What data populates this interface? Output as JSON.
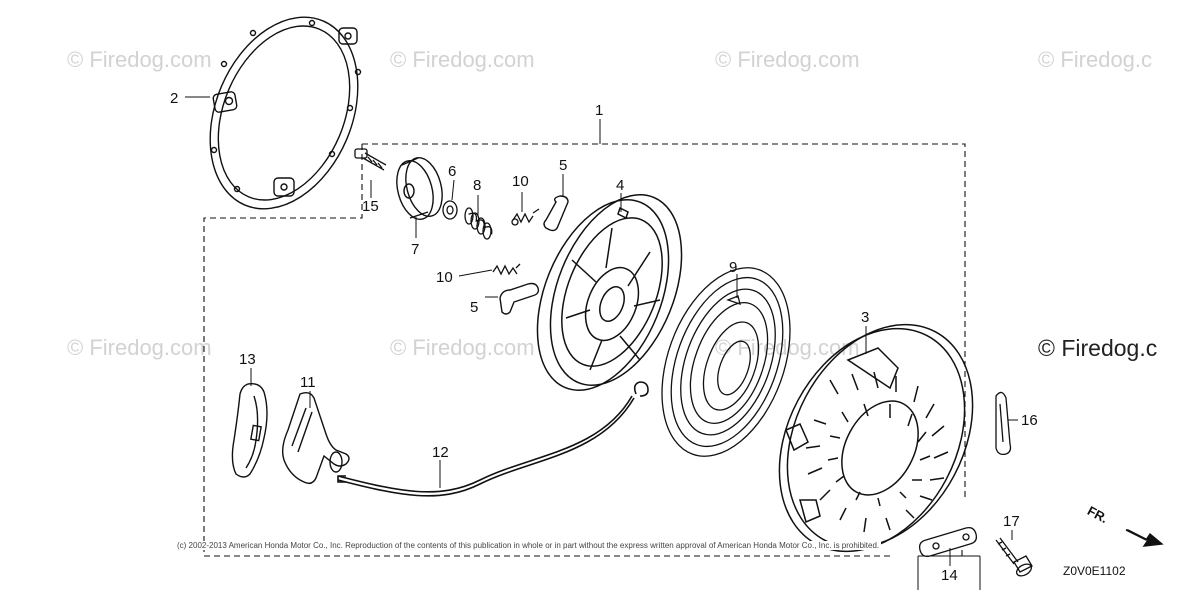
{
  "watermarks": {
    "row1_a": "© Firedog.com",
    "row1_b": "© Firedog.com",
    "row1_c": "© Firedog.com",
    "row1_d": "© Firedog.c",
    "row2_a": "© Firedog.com",
    "row2_b": "© Firedog.com",
    "row2_c": "© Firedog.com",
    "row2_d": "© Firedog.c"
  },
  "callouts": {
    "p1": "1",
    "p2": "2",
    "p3": "3",
    "p4": "4",
    "p5a": "5",
    "p5b": "5",
    "p6": "6",
    "p7": "7",
    "p8": "8",
    "p9": "9",
    "p10a": "10",
    "p10b": "10",
    "p11": "11",
    "p12": "12",
    "p13": "13",
    "p14": "14",
    "p15": "15",
    "p16": "16",
    "p17": "17"
  },
  "copyright": "(c) 2002-2013 American Honda Motor Co., Inc. Reproduction of the contents of this publication in whole or in part without the express written approval of American Honda Motor Co., Inc. is prohibited.",
  "diagram_code": "Z0V0E1102",
  "direction_label": "FR."
}
